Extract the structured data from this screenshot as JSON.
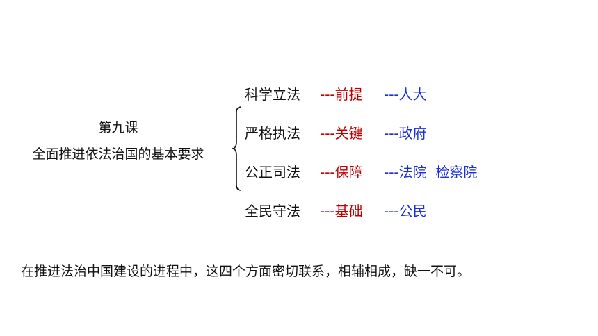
{
  "slide": {
    "dot": "·",
    "lesson": {
      "title": "第九课",
      "subtitle": "全面推进依法治国的基本要求"
    },
    "rows": [
      {
        "principle": "科学立法",
        "role": "---前提",
        "organ": "---人大"
      },
      {
        "principle": "严格执法",
        "role": "---关键",
        "organ": "---政府"
      },
      {
        "principle": "公正司法",
        "role": "---保障",
        "organ": "---法院  检察院"
      },
      {
        "principle": "全民守法",
        "role": "---基础",
        "organ": "---公民"
      }
    ],
    "conclusion": "在推进法治中国建设的进程中，这四个方面密切联系，相辅相成，缺一不可。"
  },
  "colors": {
    "role": "#c00000",
    "organ": "#1a2fd6",
    "text": "#111111"
  }
}
